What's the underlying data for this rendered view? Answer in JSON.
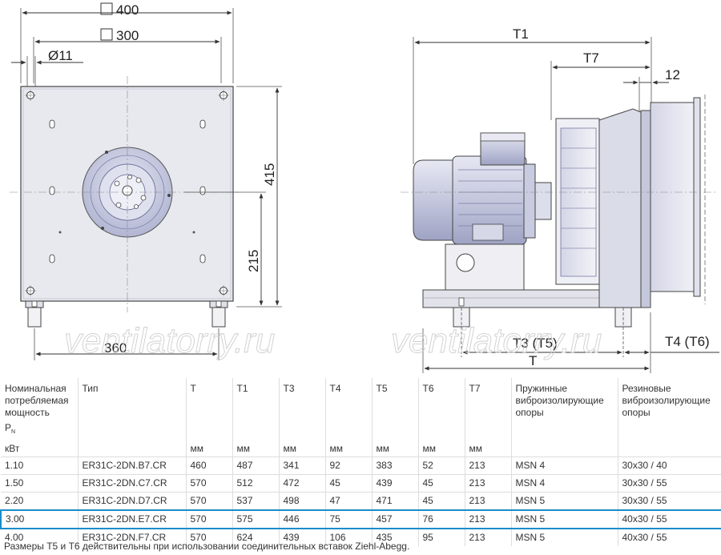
{
  "drawing": {
    "dim_400": "400",
    "dim_300": "300",
    "dim_11": "Ø11",
    "dim_415": "415",
    "dim_215": "215",
    "dim_360": "360",
    "dim_T1": "T1",
    "dim_T7": "T7",
    "dim_12": "12",
    "dim_T3": "T3 (T5)",
    "dim_T": "T",
    "dim_T4": "T4 (T6)",
    "watermark": "ventilatorry.ru"
  },
  "table": {
    "headers": {
      "power_line1": "Номинальная",
      "power_line2": "потребляемая",
      "power_line3": "мощность",
      "power_symbol": "P",
      "power_sub": "N",
      "power_unit": "кВт",
      "type": "Тип",
      "T": "T",
      "T1": "T1",
      "T3": "T3",
      "T4": "T4",
      "T5": "T5",
      "T6": "T6",
      "T7": "T7",
      "unit_mm": "мм",
      "spring_line1": "Пружинные",
      "spring_line2": "виброизолирующие",
      "spring_line3": "опоры",
      "rubber_line1": "Резиновые",
      "rubber_line2": "виброизолирующие",
      "rubber_line3": "опоры"
    },
    "rows": [
      {
        "power": "1.10",
        "type": "ER31C-2DN.B7.CR",
        "T": "460",
        "T1": "487",
        "T3": "341",
        "T4": "92",
        "T5": "383",
        "T6": "52",
        "T7": "213",
        "spring": "MSN 4",
        "rubber": "30x30 / 40"
      },
      {
        "power": "1.50",
        "type": "ER31C-2DN.C7.CR",
        "T": "570",
        "T1": "512",
        "T3": "472",
        "T4": "45",
        "T5": "439",
        "T6": "45",
        "T7": "213",
        "spring": "MSN 4",
        "rubber": "30x30 / 55"
      },
      {
        "power": "2.20",
        "type": "ER31C-2DN.D7.CR",
        "T": "570",
        "T1": "537",
        "T3": "498",
        "T4": "47",
        "T5": "471",
        "T6": "45",
        "T7": "213",
        "spring": "MSN 5",
        "rubber": "30x30 / 55"
      },
      {
        "power": "3.00",
        "type": "ER31C-2DN.E7.CR",
        "T": "570",
        "T1": "575",
        "T3": "446",
        "T4": "75",
        "T5": "457",
        "T6": "76",
        "T7": "213",
        "spring": "MSN 5",
        "rubber": "40x30 / 55"
      },
      {
        "power": "4.00",
        "type": "ER31C-2DN.F7.CR",
        "T": "570",
        "T1": "624",
        "T3": "439",
        "T4": "106",
        "T5": "435",
        "T6": "95",
        "T7": "213",
        "spring": "MSN 5",
        "rubber": "40x30 / 55"
      }
    ]
  },
  "footnote": "Размеры T5 и T6 действительны при использовании соединительных вставок Ziehl-Abegg."
}
